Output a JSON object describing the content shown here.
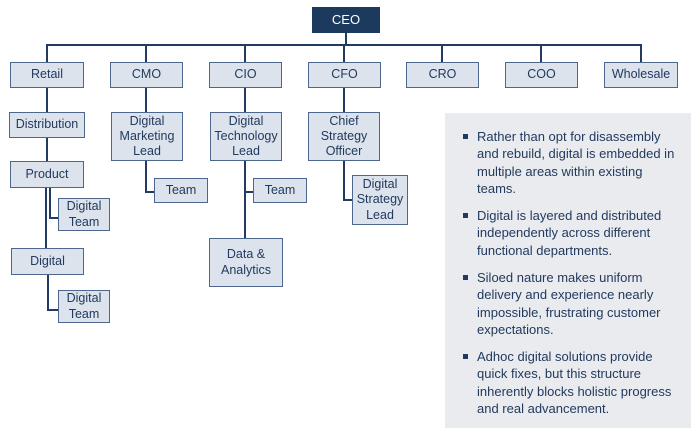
{
  "colors": {
    "navy": "#1b3a5e",
    "connector": "#233b63",
    "box_fill": "#dce3ec",
    "box_border": "#4d668c",
    "panel_bg": "#e9ebef",
    "text": "#223a5e"
  },
  "org": {
    "ceo": "CEO",
    "row2": {
      "retail": "Retail",
      "cmo": "CMO",
      "cio": "CIO",
      "cfo": "CFO",
      "cro": "CRO",
      "coo": "COO",
      "wholesale": "Wholesale"
    },
    "retail_branch": {
      "distribution": "Distribution",
      "product": "Product",
      "digital_team_1": "Digital Team",
      "digital": "Digital",
      "digital_team_2": "Digital Team"
    },
    "cmo_branch": {
      "digital_marketing_lead": "Digital Marketing Lead",
      "team": "Team"
    },
    "cio_branch": {
      "digital_technology_lead": "Digital Technology Lead",
      "team": "Team",
      "data_analytics": "Data & Analytics"
    },
    "cfo_branch": {
      "chief_strategy_officer": "Chief Strategy Officer",
      "digital_strategy_lead": "Digital Strategy Lead"
    }
  },
  "panel": {
    "bullets": [
      "Rather than opt for disassembly and rebuild, digital is embedded in multiple areas within existing teams.",
      "Digital is layered and distributed independently across different functional departments.",
      "Siloed nature makes uniform delivery and experience nearly impossible, frustrating customer expectations.",
      "Adhoc digital solutions provide quick fixes, but this structure inherently blocks holistic progress and real advancement."
    ]
  }
}
